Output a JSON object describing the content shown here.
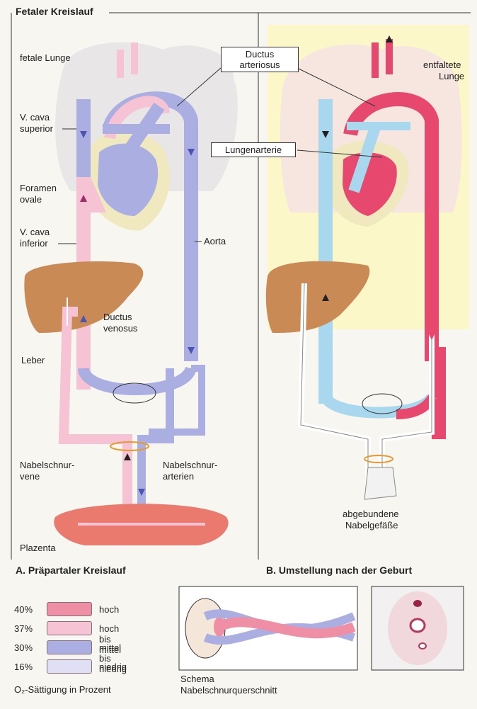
{
  "panel_a": {
    "header": "Fetaler Kreislauf",
    "labels": {
      "fetal_lung": "fetale Lunge",
      "vcs_line1": "V. cava",
      "vcs_line2": "superior",
      "foramen_line1": "Foramen",
      "foramen_line2": "ovale",
      "vci_line1": "V. cava",
      "vci_line2": "inferior",
      "aorta": "Aorta",
      "ductus_venosus_line1": "Ductus",
      "ductus_venosus_line2": "venosus",
      "leber": "Leber",
      "nabelvene_line1": "Nabelschnur-",
      "nabelvene_line2": "vene",
      "nabelarterien_line1": "Nabelschnur-",
      "nabelarterien_line2": "arterien",
      "plazenta": "Plazenta"
    },
    "caption": "A. Präpartaler Kreislauf"
  },
  "center_boxes": {
    "ductus_arteriosus_line1": "Ductus",
    "ductus_arteriosus_line2": "arteriosus",
    "lungenarterie": "Lungenarterie"
  },
  "panel_b": {
    "labels": {
      "lung_line1": "entfaltete",
      "lung_line2": "Lunge",
      "abgebunden_line1": "abgebundene",
      "abgebunden_line2": "Nabelgefäße"
    },
    "caption": "B. Umstellung nach der Geburt"
  },
  "legend": {
    "items": [
      {
        "pct": "40%",
        "label": "hoch",
        "color": "#ef8fa6"
      },
      {
        "pct": "37%",
        "label": "hoch bis mittel",
        "color": "#f6c3d4"
      },
      {
        "pct": "30%",
        "label": "mittel bis niedrig",
        "color": "#aaaee0"
      },
      {
        "pct": "16%",
        "label": "niedrig",
        "color": "#dfe0f4"
      }
    ],
    "footer": "O₂-Sättigung in Prozent"
  },
  "schema": {
    "label_line1": "Schema",
    "label_line2": "Nabelschnurquerschnitt"
  },
  "colors": {
    "high": "#ef8fa6",
    "high_mid": "#f6c3d4",
    "mid_low": "#aaaee0",
    "low": "#dfe0f4",
    "arterial_red": "#e6486e",
    "venous_blue": "#a9d8ee",
    "liver": "#c98a55",
    "placenta": "#ea7a6e"
  }
}
